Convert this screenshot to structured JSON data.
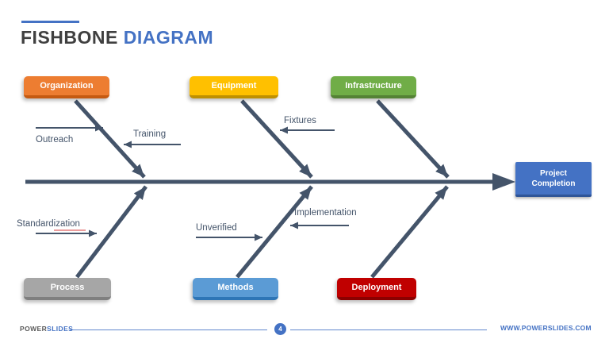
{
  "slide": {
    "title_part1": "FISHBONE",
    "title_part2": "DIAGRAM",
    "accent_color": "#4472C4"
  },
  "diagram": {
    "line_color": "#44546A",
    "effect": {
      "label": "Project\nCompletion",
      "color": "#4472C4",
      "edge": "#2F5597"
    },
    "categories_top": [
      {
        "label": "Organization",
        "color": "#ED7D31",
        "edge": "#C55A11"
      },
      {
        "label": "Equipment",
        "color": "#FFC000",
        "edge": "#BF9000"
      },
      {
        "label": "Infrastructure",
        "color": "#70AD47",
        "edge": "#548235"
      }
    ],
    "categories_bottom": [
      {
        "label": "Process",
        "color": "#A6A6A6",
        "edge": "#7F7F7F"
      },
      {
        "label": "Methods",
        "color": "#5B9BD5",
        "edge": "#2E75B6"
      },
      {
        "label": "Deployment",
        "color": "#C00000",
        "edge": "#8B0000"
      }
    ],
    "causes": [
      {
        "label": "Outreach"
      },
      {
        "label": "Training"
      },
      {
        "label": "Fixtures"
      },
      {
        "label": "Standardization"
      },
      {
        "label": "Unverified"
      },
      {
        "label": "Implementation"
      }
    ]
  },
  "footer": {
    "brand_part1": "POWER",
    "brand_part2": "SLIDES",
    "page_number": "4",
    "website": "WWW.POWERSLIDES.COM"
  }
}
